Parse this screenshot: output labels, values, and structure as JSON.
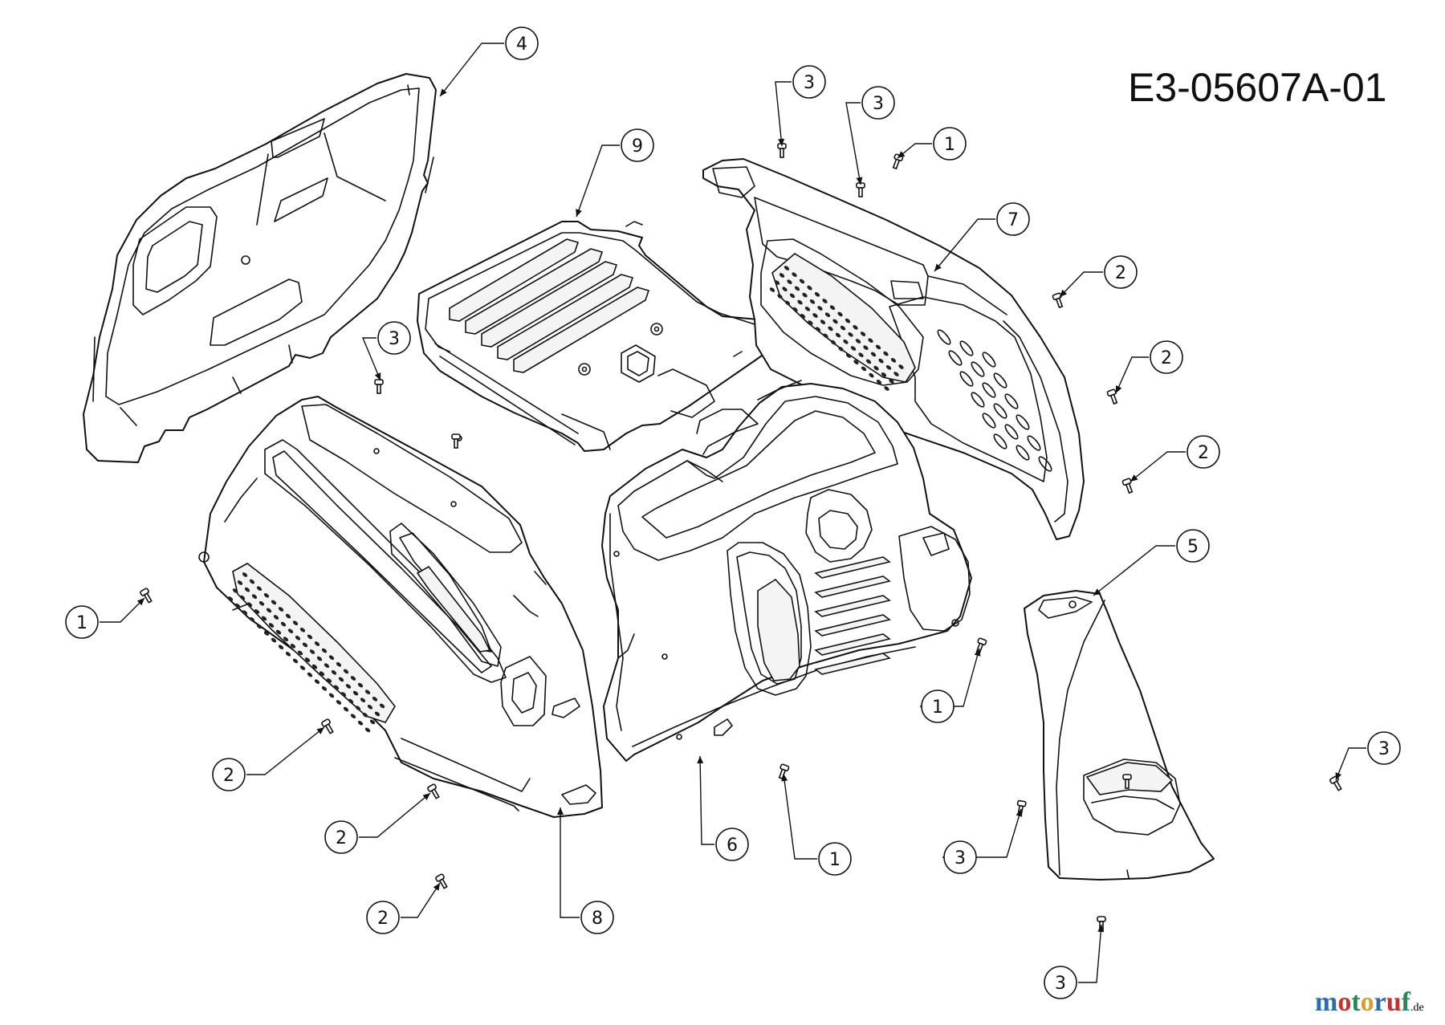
{
  "drawing_code": "E3-05607A-01",
  "watermark": {
    "letters": [
      {
        "char": "m",
        "color": "#2b6cb0"
      },
      {
        "char": "o",
        "color": "#c53030"
      },
      {
        "char": "t",
        "color": "#2f855a"
      },
      {
        "char": "o",
        "color": "#d69e2e"
      },
      {
        "char": "r",
        "color": "#2b6cb0"
      },
      {
        "char": "u",
        "color": "#c53030"
      },
      {
        "char": "f",
        "color": "#2f855a"
      }
    ],
    "tld": ".de"
  },
  "callouts": [
    {
      "id": "c4",
      "number": "4"
    },
    {
      "id": "c9",
      "number": "9"
    },
    {
      "id": "c3a",
      "number": "3"
    },
    {
      "id": "c3b",
      "number": "3"
    },
    {
      "id": "c1a",
      "number": "1"
    },
    {
      "id": "c7",
      "number": "7"
    },
    {
      "id": "c2a",
      "number": "2"
    },
    {
      "id": "c2b",
      "number": "2"
    },
    {
      "id": "c2c",
      "number": "2"
    },
    {
      "id": "c3c",
      "number": "3"
    },
    {
      "id": "c5",
      "number": "5"
    },
    {
      "id": "c1b",
      "number": "1"
    },
    {
      "id": "c1c",
      "number": "1"
    },
    {
      "id": "c3d",
      "number": "3"
    },
    {
      "id": "c2d",
      "number": "2"
    },
    {
      "id": "c2e",
      "number": "2"
    },
    {
      "id": "c2f",
      "number": "2"
    },
    {
      "id": "c8",
      "number": "8"
    },
    {
      "id": "c6",
      "number": "6"
    },
    {
      "id": "c1d",
      "number": "1"
    },
    {
      "id": "c3e",
      "number": "3"
    },
    {
      "id": "c3f",
      "number": "3"
    }
  ]
}
